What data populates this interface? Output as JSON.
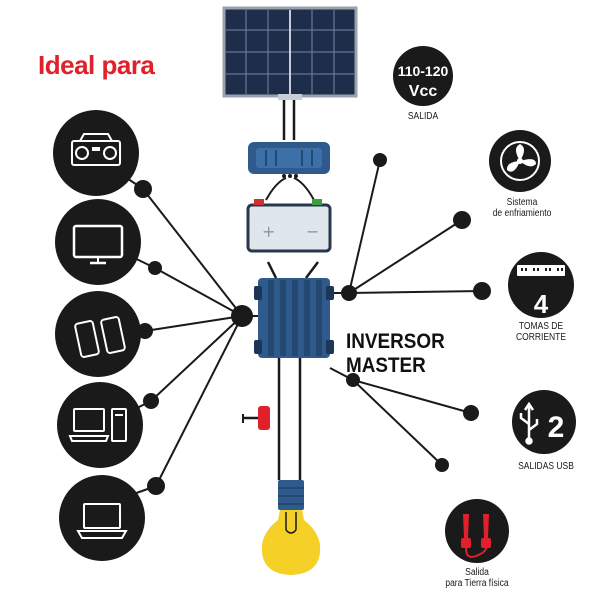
{
  "title": "Ideal para",
  "product": {
    "line1": "INVERSOR",
    "line2": "MASTER"
  },
  "outputs": {
    "voltage": {
      "big1": "110-120",
      "big2": "Vcc",
      "label": "SALIDA"
    },
    "cooling": {
      "line1": "Sistema",
      "line2": "de enfriamiento",
      "icon": "fan-icon"
    },
    "outlets": {
      "number": "4",
      "line1": "TOMAS DE",
      "line2": "CORRIENTE",
      "icon": "outlet-strip-icon"
    },
    "usb": {
      "number": "2",
      "label": "SALIDAS USB",
      "icon": "usb-icon"
    },
    "ground": {
      "line1": "Salida",
      "line2": "para Tierra física",
      "icon": "alligator-clips-icon"
    }
  },
  "devices": [
    "radio-icon",
    "tv-icon",
    "phones-icon",
    "desktop-computer-icon",
    "laptop-icon"
  ],
  "colors": {
    "title": "#e0202a",
    "circle": "#1a1a1a",
    "inverter": "#2e5a8c",
    "battery": "#dfe6ec",
    "bulb": "#f5d027"
  }
}
